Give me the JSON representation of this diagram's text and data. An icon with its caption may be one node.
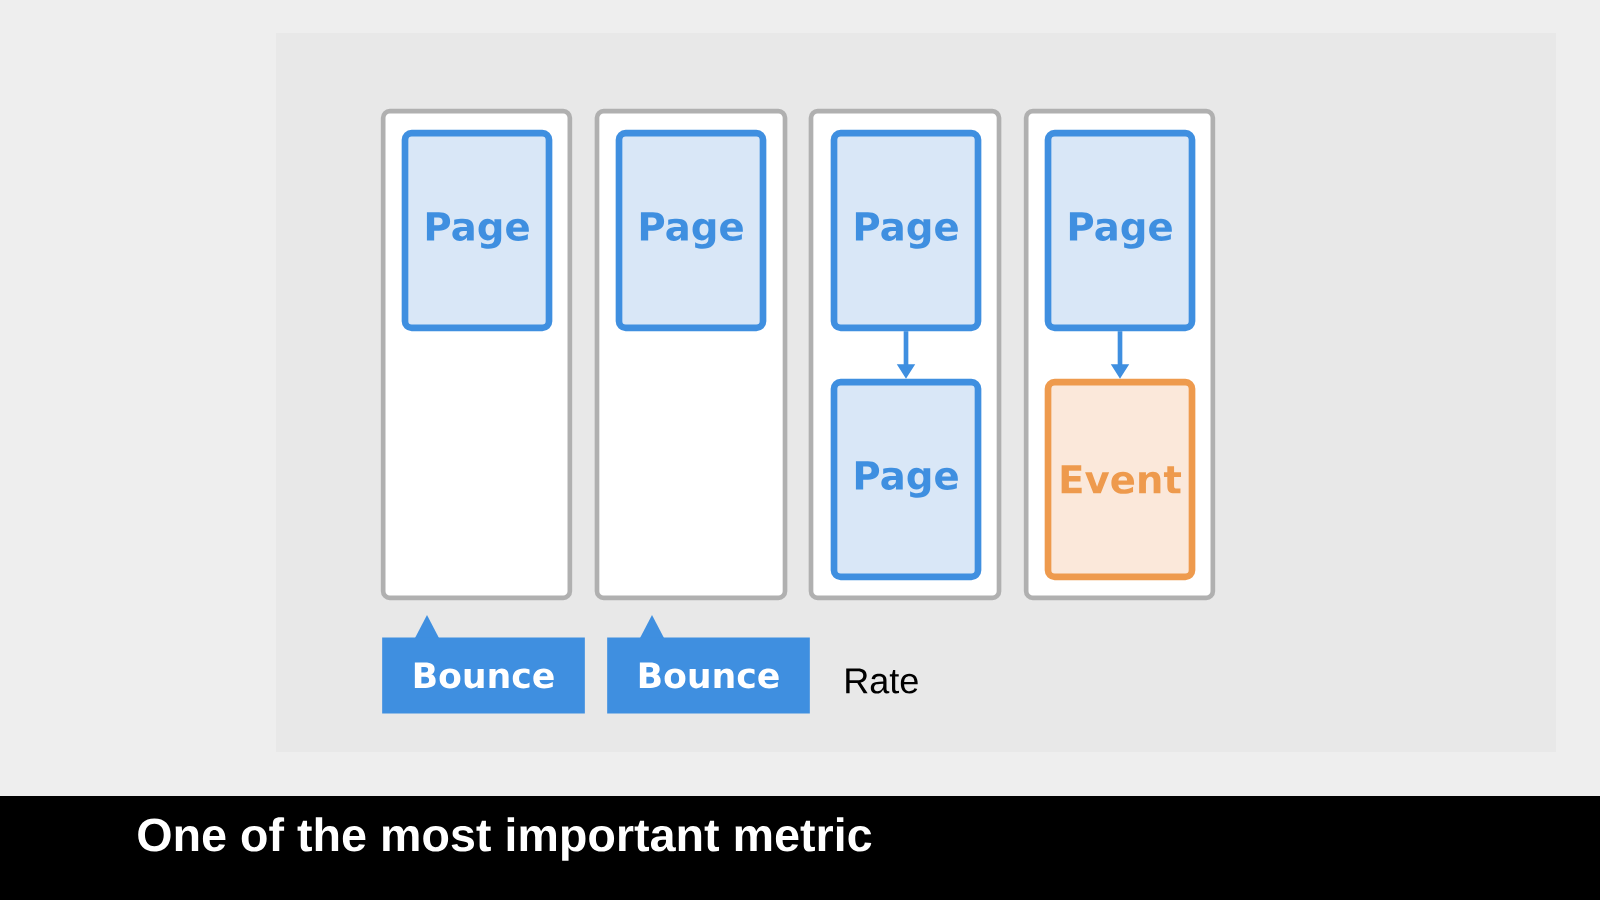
{
  "diagram": {
    "caption": "One of the most important metric",
    "nodes": [
      {
        "text": [],
        "shape": "box"
      },
      {
        "text": [
          "Page"
        ],
        "in": 0
      },
      {
        "text": [],
        "shape": "box"
      },
      {
        "text": [
          "Page"
        ],
        "in": 2
      },
      {
        "text": [],
        "shape": "box"
      },
      {
        "text": [
          "Page"
        ],
        "in": 4
      },
      {
        "text": [
          "Page"
        ],
        "in": 4
      },
      {
        "text": [],
        "shape": "box"
      },
      {
        "text": [
          "Page"
        ],
        "in": 7
      },
      {
        "text": [
          "Event"
        ],
        "in": 7
      },
      {
        "text": [
          "Bounce"
        ]
      },
      {
        "text": [
          "Bounce"
        ]
      }
    ],
    "edges": [
      {
        "from": 5,
        "to": 6,
        "arrow": "to"
      },
      {
        "from": 8,
        "to": 9,
        "arrow": "to"
      }
    ],
    "labels": [
      "Rate"
    ]
  }
}
